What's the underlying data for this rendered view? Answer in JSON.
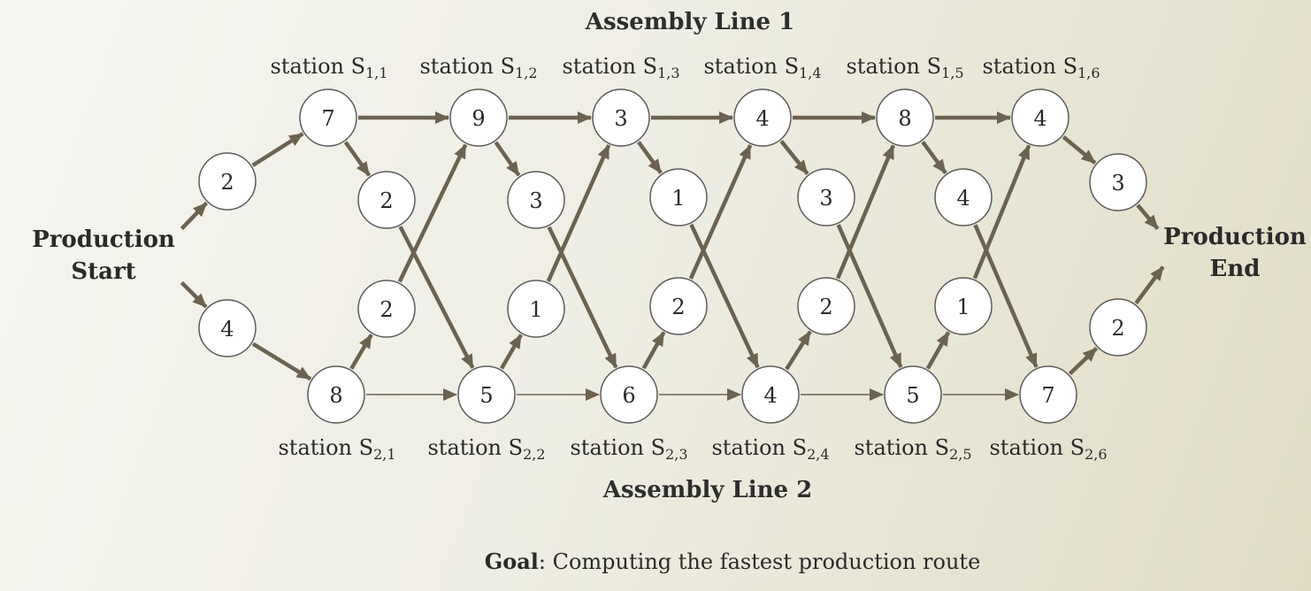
{
  "line1_title": "Assembly Line 1",
  "line2_title": "Assembly Line 2",
  "start_label": [
    "Production",
    "Start"
  ],
  "end_label": [
    "Production",
    "End"
  ],
  "goal": {
    "bold": "Goal",
    "text": ": Computing the fastest production route"
  },
  "station_prefix": "station S",
  "line1_stations": [
    "1,1",
    "1,2",
    "1,3",
    "1,4",
    "1,5",
    "1,6"
  ],
  "line2_stations": [
    "2,1",
    "2,2",
    "2,3",
    "2,4",
    "2,5",
    "2,6"
  ],
  "entry_times": {
    "line1": "2",
    "line2": "4"
  },
  "exit_times": {
    "line1": "3",
    "line2": "2"
  },
  "line1_times": [
    "7",
    "9",
    "3",
    "4",
    "8",
    "4"
  ],
  "line2_times": [
    "8",
    "5",
    "6",
    "4",
    "5",
    "7"
  ],
  "transfer_1_to_2": [
    "2",
    "3",
    "1",
    "3",
    "4"
  ],
  "transfer_2_to_1": [
    "2",
    "1",
    "2",
    "2",
    "1"
  ],
  "colors": {
    "arrow": "#6b6250",
    "node_fill": "#ffffff",
    "node_stroke": "#5b5b5b"
  }
}
